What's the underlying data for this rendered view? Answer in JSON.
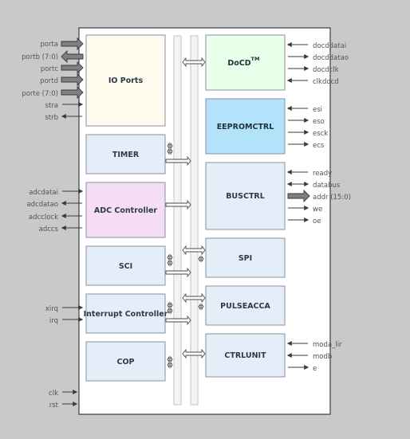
{
  "blocks": {
    "io_ports": "IO Ports",
    "timer": "TIMER",
    "adc_controller": "ADC Controller",
    "sci": "SCI",
    "interrupt_controller": "Interrupt Controller",
    "cop": "COP",
    "docd": "DoCD",
    "docd_tm": "TM",
    "eepromctrl": "EEPROMCTRL",
    "busctrl": "BUSCTRL",
    "spi": "SPI",
    "pulseacca": "PULSEACCA",
    "ctrlunit": "CTRLUNIT"
  },
  "left_pins": {
    "porta": "porta",
    "portb": "portb (7:0)",
    "portc": "portc",
    "portd": "portd",
    "porte": "porte (7:0)",
    "stra": "stra",
    "strb": "strb",
    "adcdatai": "adcdatai",
    "adcdatao": "adcdatao",
    "adcclock": "adcclock",
    "adccs": "adccs",
    "xirq": "xirq",
    "irq": "irq",
    "clk": "clk",
    "rst": "rst"
  },
  "right_pins": {
    "docddatai": "docddatai",
    "docddatao": "docddatao",
    "docdclk": "docdclk",
    "clkdocd": "clkdocd",
    "esi": "esi",
    "eso": "eso",
    "esck": "esck",
    "ecs": "ecs",
    "ready": "ready",
    "databus": "databus",
    "addr": "addr (15:0)",
    "we": "we",
    "oe": "oe",
    "moda_lir": "moda_lir",
    "modb": "modb",
    "e": "e"
  },
  "colors": {
    "background": "#c9c9c9",
    "chip_body": "#ffffff",
    "io_ports_fill": "#fffaee",
    "docd_fill": "#e8ffe9",
    "eeprom_fill": "#b3e3fb",
    "adc_fill": "#f6ddf6",
    "default_block_fill": "#e4eef8",
    "bus_fill": "#f2f3f5",
    "pin_text": "#4c5560",
    "block_text": "#2e3a48",
    "bus_arrow_fill": "#808080"
  }
}
